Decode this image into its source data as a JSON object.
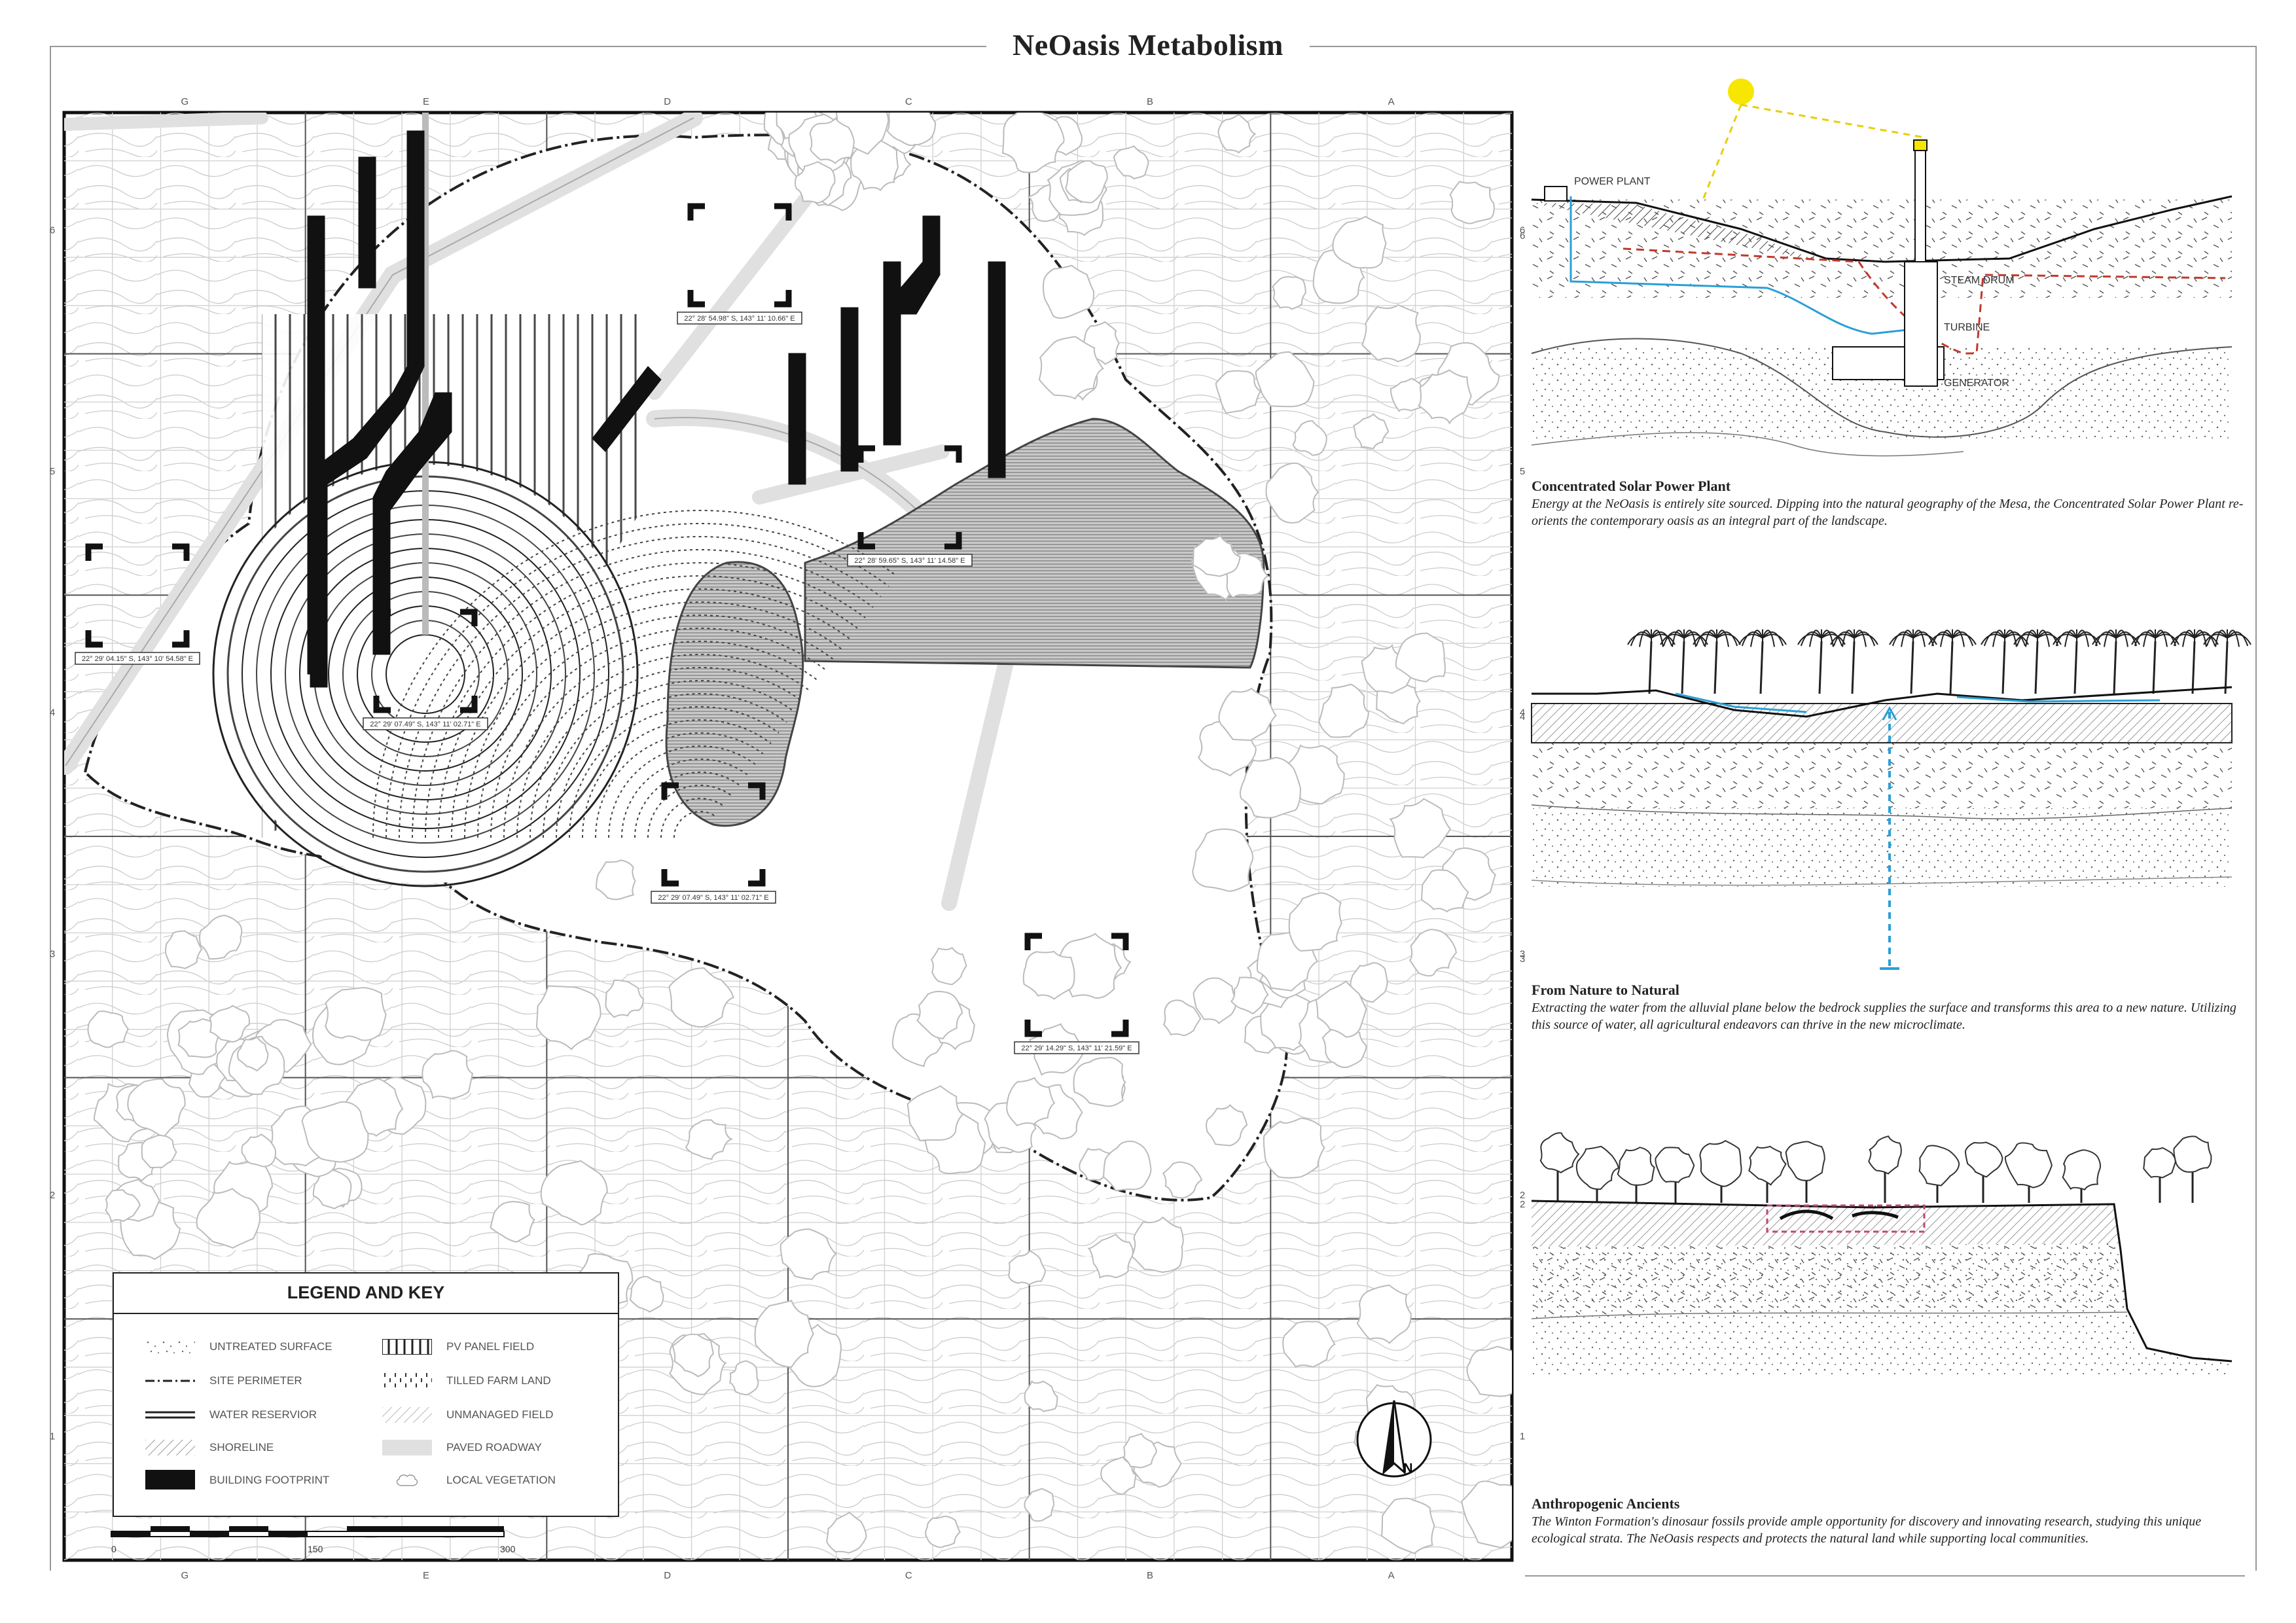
{
  "title": "NeOasis Metabolism",
  "map": {
    "column_labels": [
      "G",
      "E",
      "D",
      "C",
      "B",
      "A"
    ],
    "row_labels": [
      "6",
      "5",
      "4",
      "3",
      "2",
      "1"
    ],
    "coordinates": [
      "22° 28' 54.98\" S, 143° 11' 10.66\" E",
      "22° 28' 59.65\" S, 143° 11' 14.58\" E",
      "22° 29' 04.15\" S, 143° 10' 54.58\" E",
      "22° 29' 07.49\" S, 143° 11' 02.71\" E",
      "22° 29' 07.49\" S, 143° 11' 02.71\" E",
      "22° 29' 14.29\" S, 143° 11' 21.59\" E"
    ],
    "north_label": "N",
    "scale": {
      "labels": [
        "0",
        "150",
        "300"
      ]
    }
  },
  "legend": {
    "title": "LEGEND AND KEY",
    "items": [
      {
        "label": "UNTREATED SURFACE",
        "symbol": "dots"
      },
      {
        "label": "SITE PERIMETER",
        "symbol": "dashdot"
      },
      {
        "label": "WATER RESERVIOR",
        "symbol": "double-line"
      },
      {
        "label": "SHORELINE",
        "symbol": "diagonal-hatch"
      },
      {
        "label": "BUILDING FOOTPRINT",
        "symbol": "solid-black"
      },
      {
        "label": "PV PANEL FIELD",
        "symbol": "vertical-stripes"
      },
      {
        "label": "TILLED FARM LAND",
        "symbol": "dashed-verticals"
      },
      {
        "label": "UNMANAGED FIELD",
        "symbol": "light-hatch"
      },
      {
        "label": "PAVED ROADWAY",
        "symbol": "light-grey"
      },
      {
        "label": "LOCAL VEGETATION",
        "symbol": "tree-outline"
      }
    ]
  },
  "sections": [
    {
      "title": "Concentrated Solar Power Plant",
      "text": "Energy at the NeOasis is entirely site sourced. Dipping into the natural geography of the Mesa, the Concentrated Solar Power Plant re-orients the contemporary oasis as an integral part of the landscape.",
      "labels": [
        "POWER PLANT",
        "STEAM DRUM",
        "TURBINE",
        "GENERATOR"
      ],
      "row_label": "6"
    },
    {
      "title": "From Nature to Natural",
      "text": "Extracting the water from the alluvial plane below the bedrock supplies the surface and transforms this area to a new nature. Utilizing this source of water, all agricultural endeavors can thrive in the new microclimate.",
      "row_labels": [
        "4",
        "3"
      ]
    },
    {
      "title": "Anthropogenic Ancients",
      "text": "The Winton Formation's dinosaur fossils provide ample opportunity for discovery and innovating research, studying this unique ecological strata. The NeOasis respects and protects the natural land while supporting local communities.",
      "row_label": "2"
    }
  ],
  "colors": {
    "sun": "#f6e600",
    "water_blue": "#2a9fd6",
    "steam_red": "#c0392b",
    "fossil_magenta": "#c0457a",
    "road_grey": "#e0e0e0",
    "field_grey": "#bdbdbd"
  }
}
